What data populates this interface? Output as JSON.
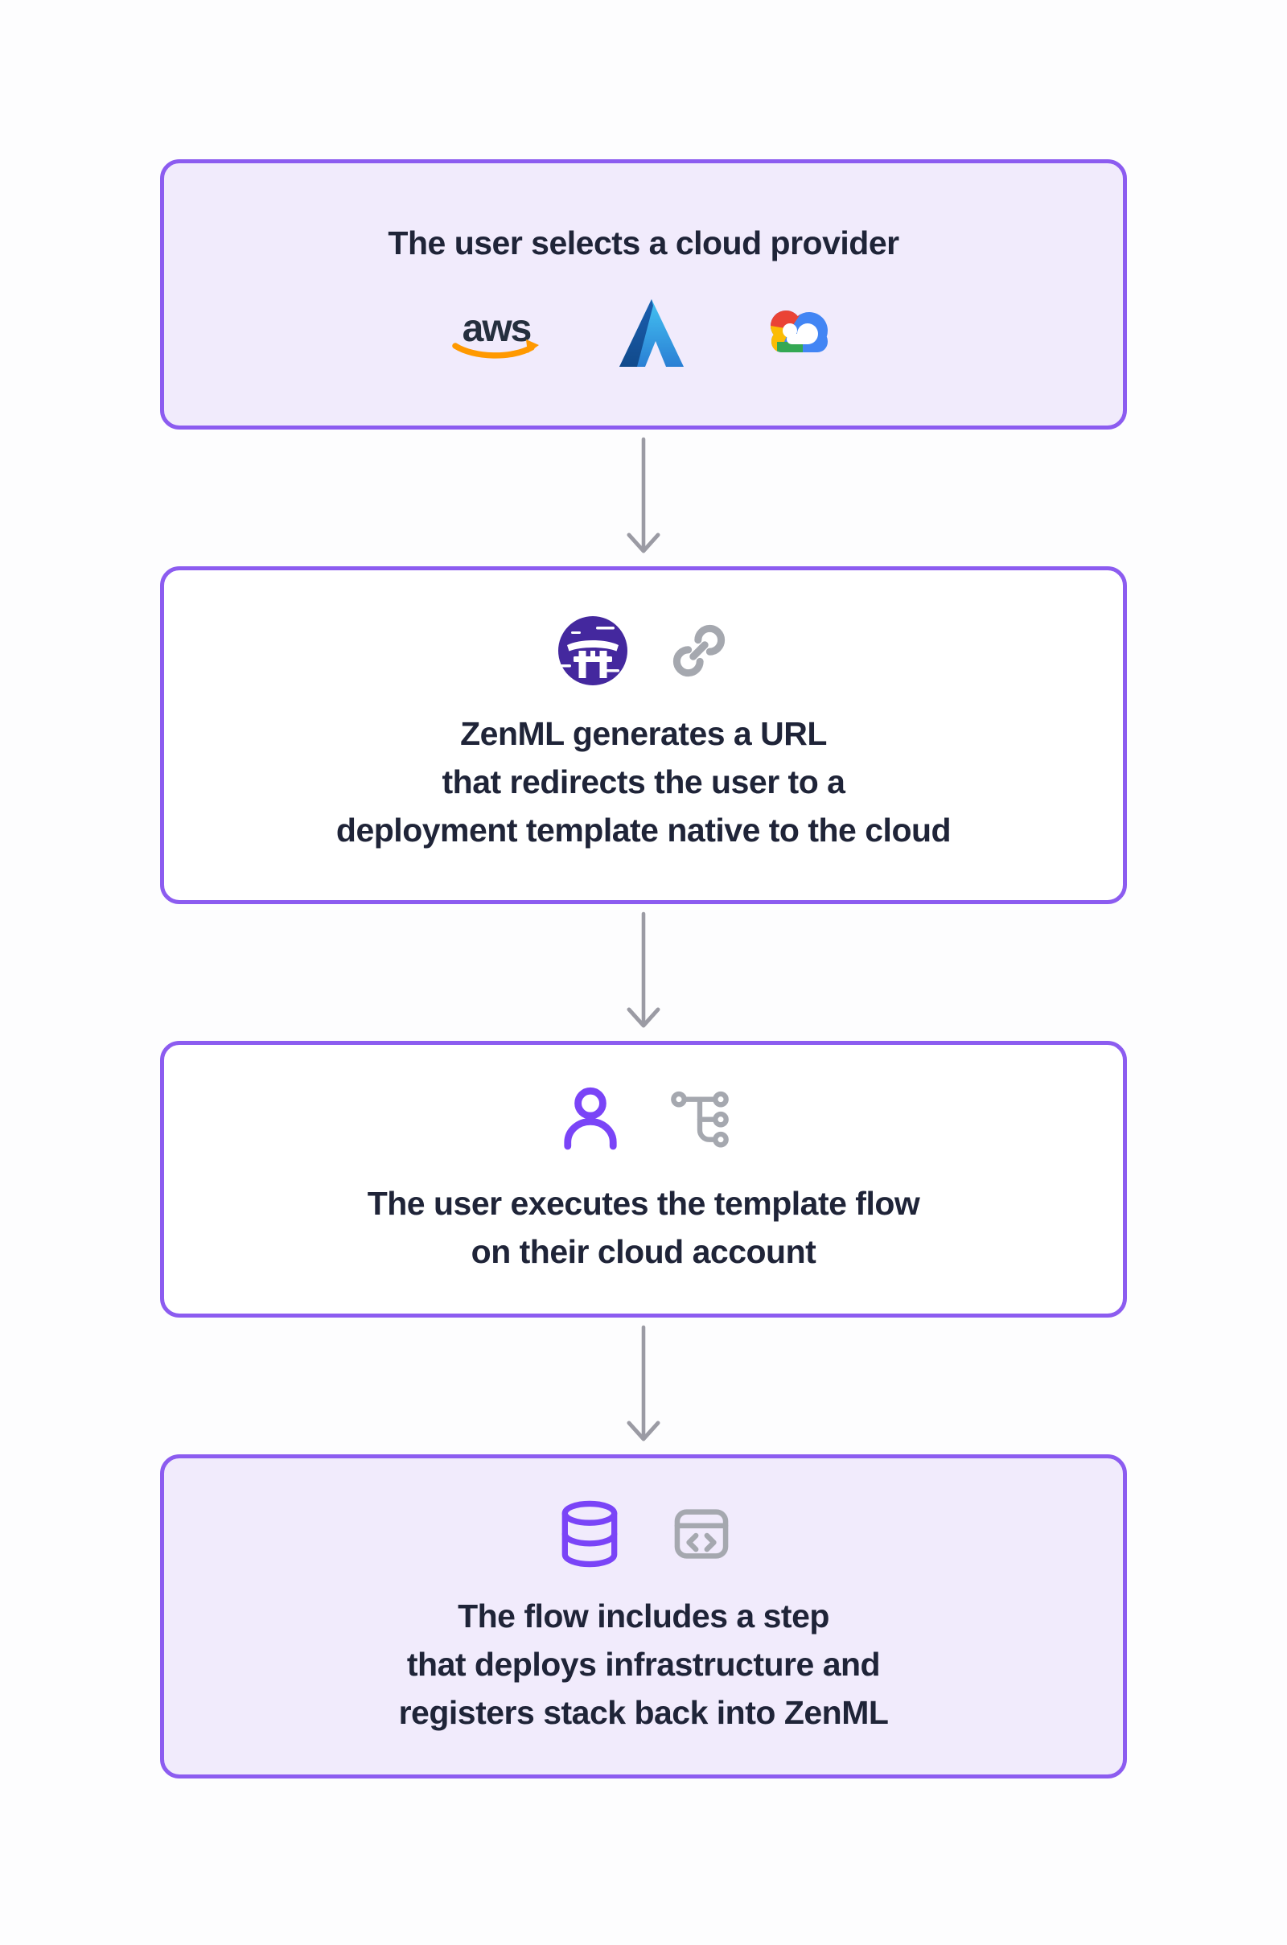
{
  "colors": {
    "page_bg": "#fdfdfe",
    "card_border": "#8c5cf0",
    "card_fill_lavender": "#f1ebfc",
    "card_fill_white": "#ffffff",
    "text": "#1f2438",
    "arrow_gray": "#9b9ba4",
    "icon_purple": "#7a44f7",
    "icon_gray": "#a5a8af",
    "zenml_circle_purple": "#44289e",
    "aws_text_color": "#252f3e",
    "aws_swoosh_orange": "#ff9900",
    "azure_dark_blue": "#114a8b",
    "azure_light_blue": "#44c3f2",
    "gcloud_blue": "#4285f4",
    "gcloud_red": "#ea4335",
    "gcloud_yellow": "#fbbc05",
    "gcloud_green": "#34a853"
  },
  "logos": {
    "aws_text": "aws"
  },
  "steps": [
    {
      "id": "select-provider",
      "variant": "lavender",
      "icons": [
        "aws-logo",
        "azure-logo",
        "google-cloud-logo"
      ],
      "lines": [
        "The user selects a cloud provider"
      ]
    },
    {
      "id": "generate-url",
      "variant": "white",
      "icons": [
        "zenml-logo",
        "link-icon"
      ],
      "lines": [
        "ZenML generates a URL",
        "that redirects the user to a",
        "deployment template native to the cloud"
      ]
    },
    {
      "id": "execute-flow",
      "variant": "white",
      "icons": [
        "user-icon",
        "workflow-icon"
      ],
      "lines": [
        "The user executes the template flow",
        "on their cloud account"
      ]
    },
    {
      "id": "deploy-register",
      "variant": "lavender",
      "icons": [
        "database-icon",
        "code-window-icon"
      ],
      "lines": [
        "The flow includes a step",
        "that deploys infrastructure and",
        "registers stack back into ZenML"
      ]
    }
  ]
}
